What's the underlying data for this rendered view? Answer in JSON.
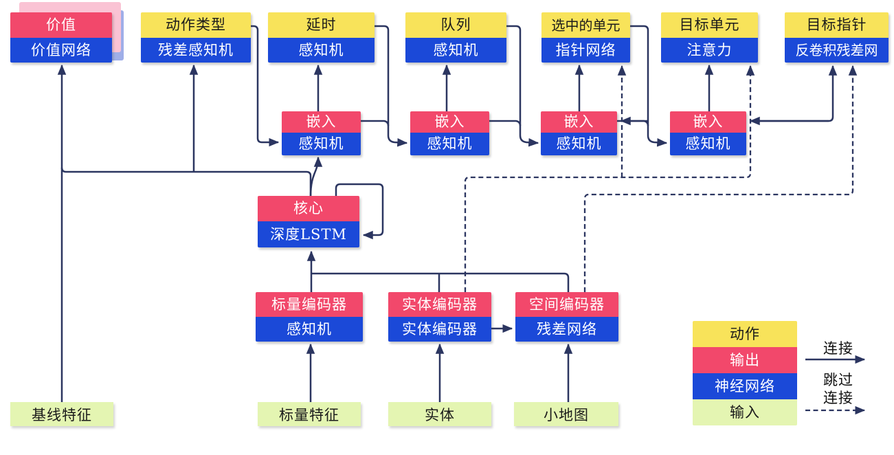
{
  "heads": [
    {
      "top": "价值",
      "bottom": "价值网络",
      "category": "输出"
    },
    {
      "top": "动作类型",
      "bottom": "残差感知机",
      "category": "动作"
    },
    {
      "top": "延时",
      "bottom": "感知机",
      "category": "动作"
    },
    {
      "top": "队列",
      "bottom": "感知机",
      "category": "动作"
    },
    {
      "top": "选中的单元",
      "bottom": "指针网络",
      "category": "动作"
    },
    {
      "top": "目标单元",
      "bottom": "注意力",
      "category": "动作"
    },
    {
      "top": "目标指针",
      "bottom": "反卷积残差网",
      "category": "动作"
    }
  ],
  "embeds": [
    {
      "top": "嵌入",
      "bottom": "感知机"
    },
    {
      "top": "嵌入",
      "bottom": "感知机"
    },
    {
      "top": "嵌入",
      "bottom": "感知机"
    },
    {
      "top": "嵌入",
      "bottom": "感知机"
    }
  ],
  "core": {
    "top": "核心",
    "bottom": "深度LSTM"
  },
  "encoders": [
    {
      "top": "标量编码器",
      "bottom": "感知机"
    },
    {
      "top": "实体编码器",
      "bottom": "实体编码器"
    },
    {
      "top": "空间编码器",
      "bottom": "残差网络"
    }
  ],
  "inputs": [
    {
      "label": "基线特征"
    },
    {
      "label": "标量特征"
    },
    {
      "label": "实体"
    },
    {
      "label": "小地图"
    }
  ],
  "legend": {
    "action": "动作",
    "output": "输出",
    "network": "神经网络",
    "input": "输入",
    "connect": "连接",
    "skip_line1": "跳过",
    "skip_line2": "连接"
  },
  "colors": {
    "action_yellow": "#F8E35A",
    "output_red": "#F2486B",
    "network_blue": "#1B49D8",
    "input_green": "#E4F5B2",
    "edge_navy": "#2B3560",
    "stack_shadow_pink": "#FAC3D4",
    "stack_shadow_blue": "#9FAEE8"
  }
}
